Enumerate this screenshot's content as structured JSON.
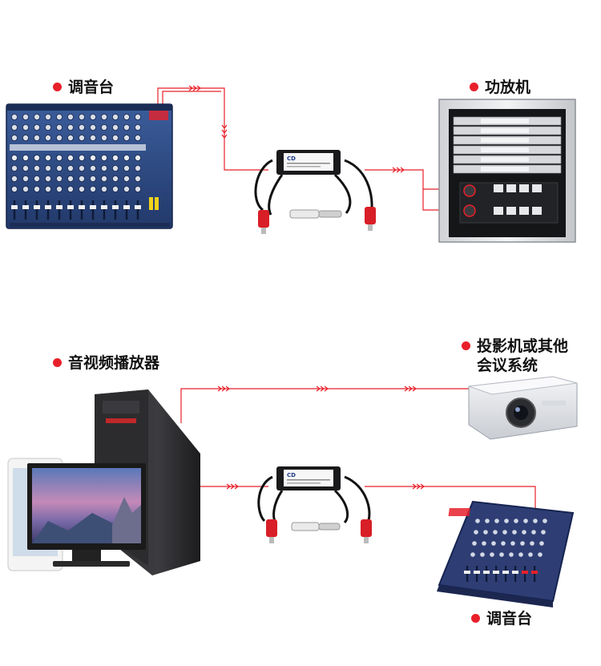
{
  "colors": {
    "accent": "#e8202a",
    "wire": "#e8202a",
    "label_text": "#111111"
  },
  "labels": {
    "top_mixer": "调音台",
    "amplifier": "功放机",
    "av_player": "音视频播放器",
    "projector_line1": "投影机或其他",
    "projector_line2": "会议系统",
    "bottom_mixer": "调音台"
  },
  "isolator": {
    "brand_mark": "CD"
  },
  "icons": {
    "mixer": "mixing-console-icon",
    "amplifier": "amplifier-rack-icon",
    "isolator": "audio-isolator-icon",
    "computer": "desktop-computer-icon",
    "projector": "projector-icon"
  }
}
